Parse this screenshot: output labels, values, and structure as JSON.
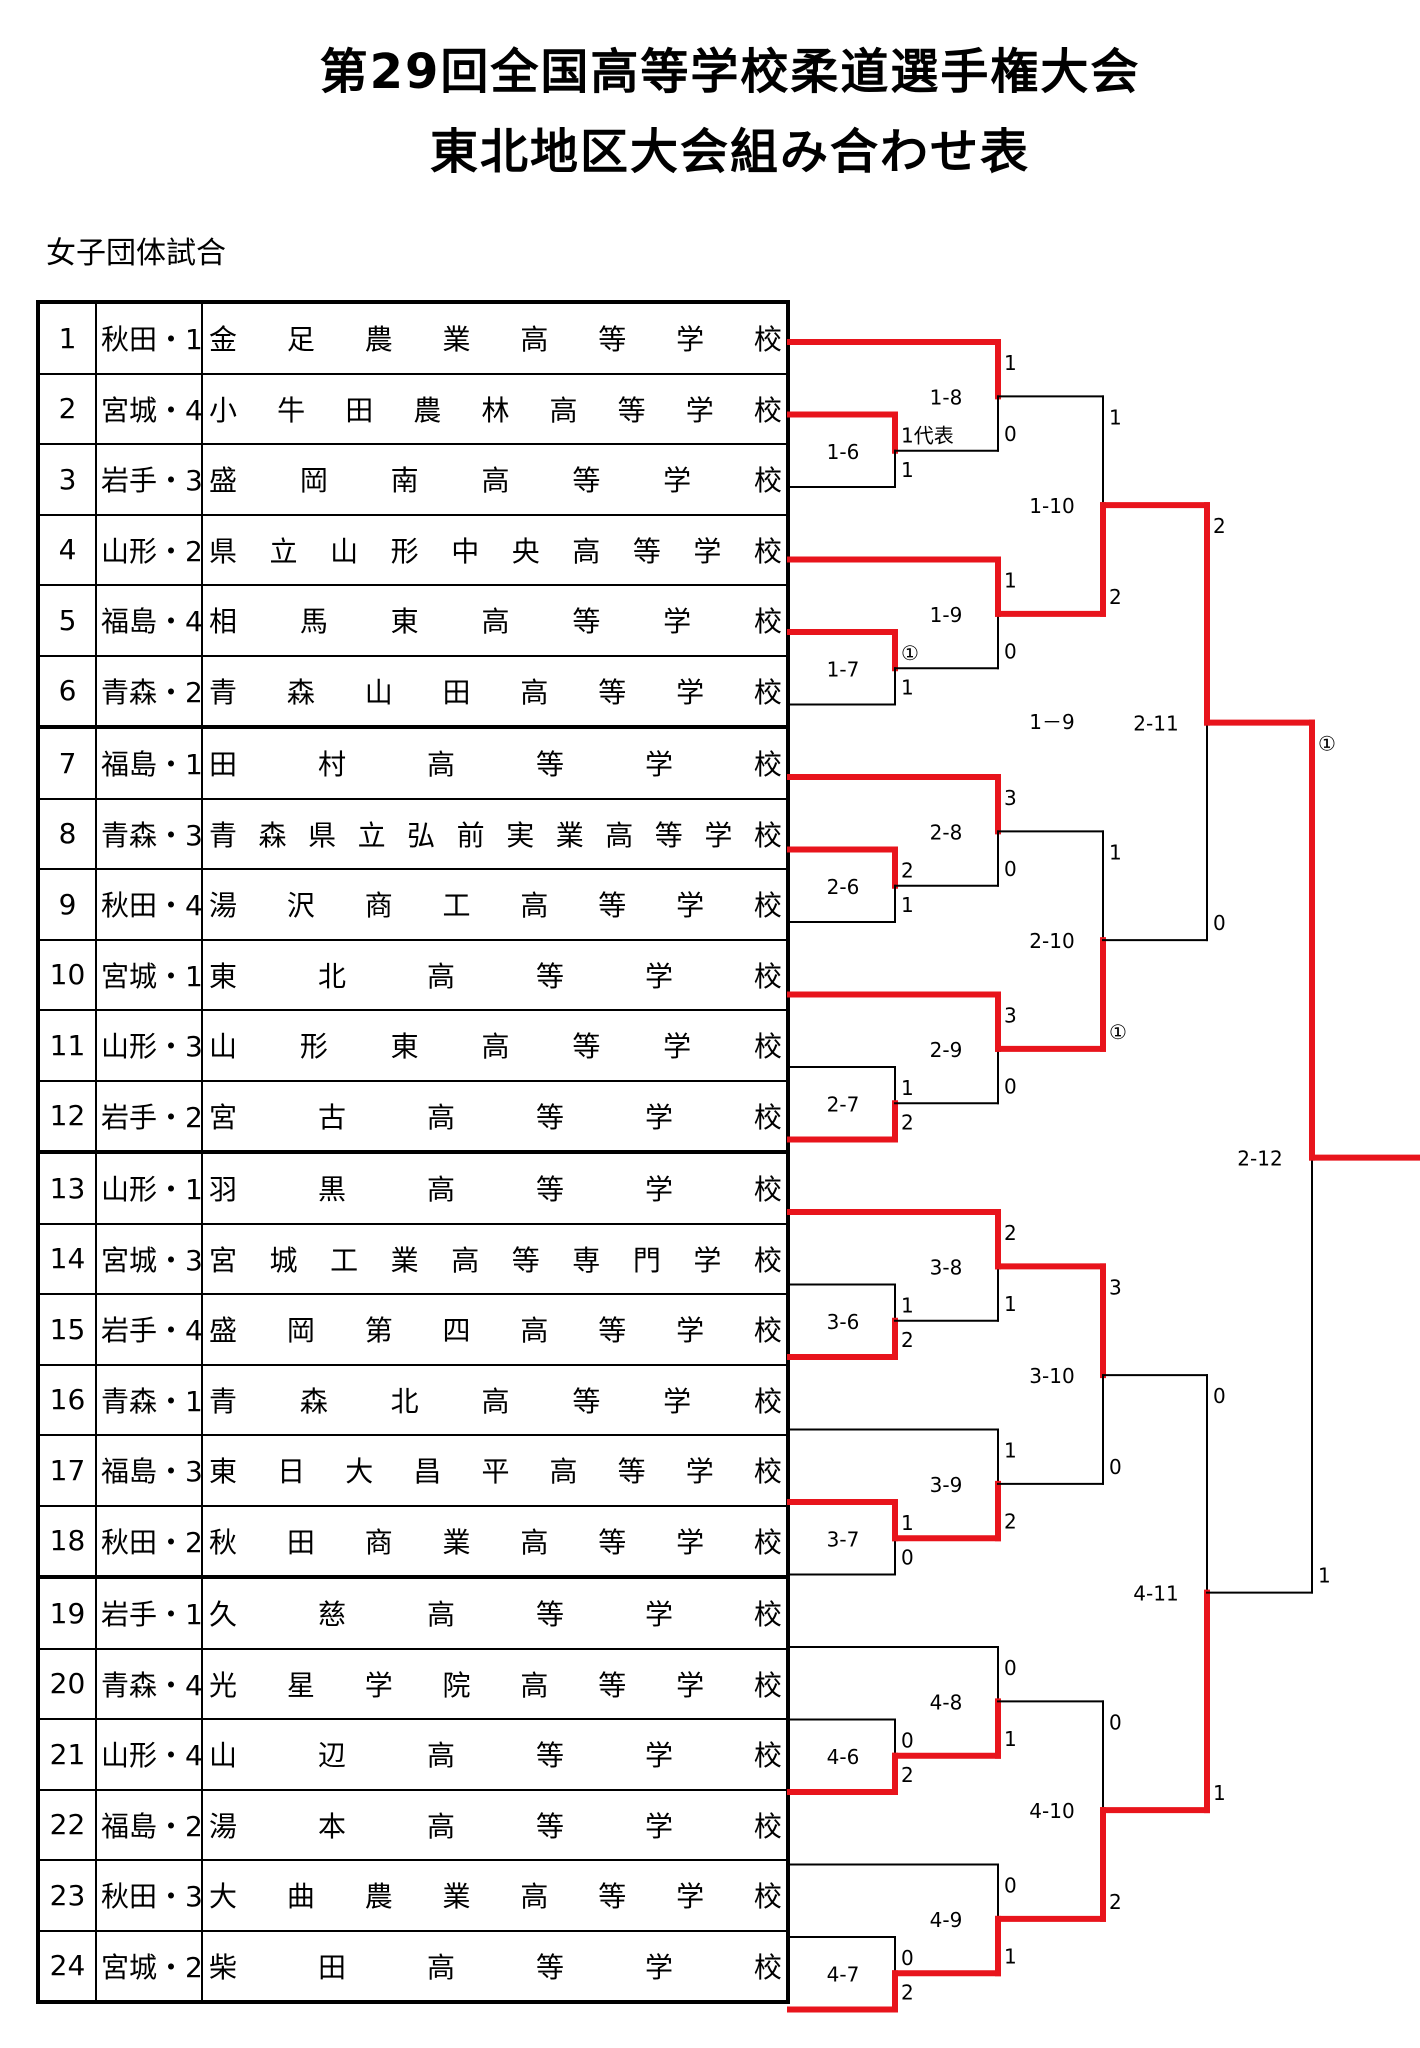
{
  "title_line1": "第29回全国高等学校柔道選手権大会",
  "title_line2": "東北地区大会組み合わせ表",
  "section": "女子団体試合",
  "colors": {
    "win": "#e8141c",
    "line": "#000000"
  },
  "entries": [
    {
      "no": "1",
      "pref": "秋田・1",
      "school": "金足農業高等学校"
    },
    {
      "no": "2",
      "pref": "宮城・4",
      "school": "小牛田農林高等学校"
    },
    {
      "no": "3",
      "pref": "岩手・3",
      "school": "盛岡南高等学校"
    },
    {
      "no": "4",
      "pref": "山形・2",
      "school": "県立山形中央高等学校"
    },
    {
      "no": "5",
      "pref": "福島・4",
      "school": "相馬東高等学校"
    },
    {
      "no": "6",
      "pref": "青森・2",
      "school": "青森山田高等学校"
    },
    {
      "no": "7",
      "pref": "福島・1",
      "school": "田村高等学校"
    },
    {
      "no": "8",
      "pref": "青森・3",
      "school": "青森県立弘前実業高等学校"
    },
    {
      "no": "9",
      "pref": "秋田・4",
      "school": "湯沢商工高等学校"
    },
    {
      "no": "10",
      "pref": "宮城・1",
      "school": "東北高等学校"
    },
    {
      "no": "11",
      "pref": "山形・3",
      "school": "山形東高等学校"
    },
    {
      "no": "12",
      "pref": "岩手・2",
      "school": "宮古高等学校"
    },
    {
      "no": "13",
      "pref": "山形・1",
      "school": "羽黒高等学校"
    },
    {
      "no": "14",
      "pref": "宮城・3",
      "school": "宮城工業高等専門学校"
    },
    {
      "no": "15",
      "pref": "岩手・4",
      "school": "盛岡第四高等学校"
    },
    {
      "no": "16",
      "pref": "青森・1",
      "school": "青森北高等学校"
    },
    {
      "no": "17",
      "pref": "福島・3",
      "school": "東日大昌平高等学校"
    },
    {
      "no": "18",
      "pref": "秋田・2",
      "school": "秋田商業高等学校"
    },
    {
      "no": "19",
      "pref": "岩手・1",
      "school": "久慈高等学校"
    },
    {
      "no": "20",
      "pref": "青森・4",
      "school": "光星学院高等学校"
    },
    {
      "no": "21",
      "pref": "山形・4",
      "school": "山辺高等学校"
    },
    {
      "no": "22",
      "pref": "福島・2",
      "school": "湯本高等学校"
    },
    {
      "no": "23",
      "pref": "秋田・3",
      "school": "大曲農業高等学校"
    },
    {
      "no": "24",
      "pref": "宮城・2",
      "school": "柴田高等学校"
    }
  ],
  "matches": [
    {
      "id": "1-6",
      "a": "2",
      "b": "3",
      "sa": "1代表",
      "sb": "1",
      "winner": "a"
    },
    {
      "id": "1-8",
      "a": "1",
      "b": "1-6",
      "sa": "1",
      "sb": "0",
      "winner": "a"
    },
    {
      "id": "1-7",
      "a": "5",
      "b": "6",
      "sa": "①",
      "sb": "1",
      "winner": "a"
    },
    {
      "id": "1-9",
      "a": "4",
      "b": "1-7",
      "sa": "1",
      "sb": "0",
      "winner": "a"
    },
    {
      "id": "1-10",
      "a": "1-8",
      "b": "1-9",
      "sa": "1",
      "sb": "2",
      "winner": "b"
    },
    {
      "id": "2-6",
      "a": "8",
      "b": "9",
      "sa": "2",
      "sb": "1",
      "winner": "a"
    },
    {
      "id": "2-8",
      "a": "7",
      "b": "2-6",
      "sa": "3",
      "sb": "0",
      "winner": "a"
    },
    {
      "id": "2-7",
      "a": "11",
      "b": "12",
      "sa": "1",
      "sb": "2",
      "winner": "b"
    },
    {
      "id": "2-9",
      "a": "10",
      "b": "2-7",
      "sa": "3",
      "sb": "0",
      "winner": "a"
    },
    {
      "id": "2-10",
      "a": "2-8",
      "b": "2-9",
      "sa": "1",
      "sb": "①",
      "winner": "b"
    },
    {
      "id": "2-11",
      "a": "1-10",
      "b": "2-10",
      "sa": "2",
      "sb": "0",
      "winner": "a"
    },
    {
      "id": "3-6",
      "a": "14",
      "b": "15",
      "sa": "1",
      "sb": "2",
      "winner": "b"
    },
    {
      "id": "3-8",
      "a": "13",
      "b": "3-6",
      "sa": "2",
      "sb": "1",
      "winner": "a"
    },
    {
      "id": "3-7",
      "a": "17",
      "b": "18",
      "sa": "1",
      "sb": "0",
      "winner": "a"
    },
    {
      "id": "3-9",
      "a": "16",
      "b": "3-7",
      "sa": "1",
      "sb": "2",
      "winner": "b"
    },
    {
      "id": "3-10",
      "a": "3-8",
      "b": "3-9",
      "sa": "3",
      "sb": "0",
      "winner": "a"
    },
    {
      "id": "4-6",
      "a": "20",
      "b": "21",
      "sa": "0",
      "sb": "2",
      "winner": "b"
    },
    {
      "id": "4-8",
      "a": "19",
      "b": "4-6",
      "sa": "0",
      "sb": "1",
      "winner": "b"
    },
    {
      "id": "4-7",
      "a": "23",
      "b": "24",
      "sa": "0",
      "sb": "2",
      "winner": "b"
    },
    {
      "id": "4-9",
      "a": "22",
      "b": "4-7",
      "sa": "0",
      "sb": "1",
      "winner": "b"
    },
    {
      "id": "4-10",
      "a": "4-8",
      "b": "4-9",
      "sa": "0",
      "sb": "2",
      "winner": "b"
    },
    {
      "id": "4-11",
      "a": "3-10",
      "b": "4-10",
      "sa": "0",
      "sb": "1",
      "winner": "b"
    },
    {
      "id": "2-12",
      "a": "2-11",
      "b": "4-11",
      "sa": "①",
      "sb": "1",
      "winner": "a"
    }
  ],
  "extra_labels": [
    {
      "text": "1－9"
    }
  ]
}
